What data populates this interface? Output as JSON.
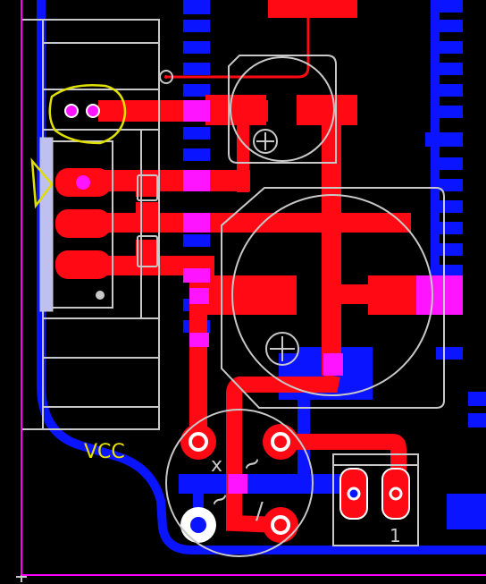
{
  "labels": {
    "net_vcc": "VCC",
    "pin_one": "1",
    "ac_marker_top": "~",
    "ac_marker_left": "~",
    "neg_marker": "x",
    "pos_marker": "/"
  },
  "colors": {
    "background": "#000000",
    "top_copper": "#ff0a14",
    "bottom_copper": "#0a14ff",
    "overlap": "#ff14ff",
    "silkscreen": "#c8c8c8",
    "board_outline": "#ff00ff",
    "annotation": "#e0e000",
    "pad_hole": "#ffffff",
    "vcc_label": "#e8e000"
  }
}
